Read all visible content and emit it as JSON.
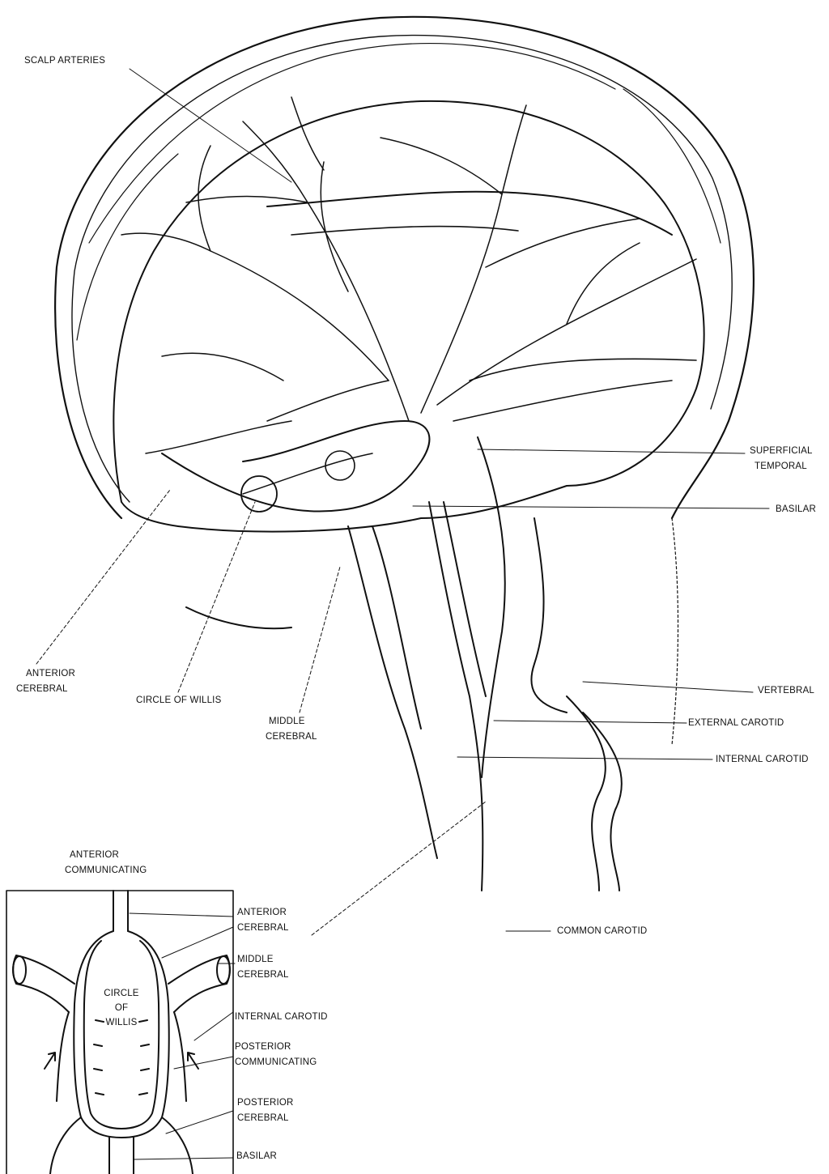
{
  "labels": {
    "scalp_arteries": "SCALP ARTERIES",
    "superficial_temporal": [
      "SUPERFICIAL",
      "TEMPORAL"
    ],
    "basilar": "BASILAR",
    "vertebral": "VERTEBRAL",
    "external_carotid": "EXTERNAL CAROTID",
    "internal_carotid": "INTERNAL CAROTID",
    "common_carotid": "COMMON CAROTID",
    "anterior_cerebral": [
      "ANTERIOR",
      "CEREBRAL"
    ],
    "circle_of_willis": "CIRCLE OF WILLIS",
    "middle_cerebral": [
      "MIDDLE",
      "CEREBRAL"
    ]
  },
  "inset": {
    "anterior_communicating": [
      "ANTERIOR",
      "COMMUNICATING"
    ],
    "anterior_cerebral": [
      "ANTERIOR",
      "CEREBRAL"
    ],
    "middle_cerebral": [
      "MIDDLE",
      "CEREBRAL"
    ],
    "internal_carotid": "INTERNAL CAROTID",
    "posterior_communicating": [
      "POSTERIOR",
      "COMMUNICATING"
    ],
    "posterior_cerebral": [
      "POSTERIOR",
      "CEREBRAL"
    ],
    "basilar": "BASILAR",
    "center_title": [
      "CIRCLE",
      "OF",
      "WILLIS"
    ]
  }
}
